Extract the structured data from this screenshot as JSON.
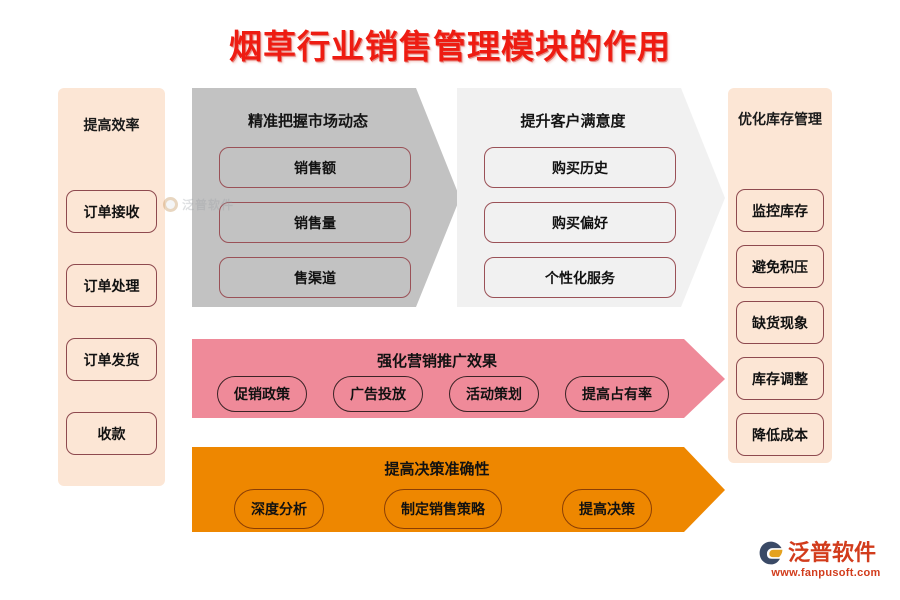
{
  "title": "烟草行业销售管理模块的作用",
  "colors": {
    "title_red": "#EE1C12",
    "sidebar_bg": "#FCE6D5",
    "pill_border": "#8E4A4F",
    "panel_gray": "#C2C2C2",
    "panel_light": "#F1F1F1",
    "band_pink": "#EF8A99",
    "band_orange": "#EE8700",
    "logo_red": "#D23C1C"
  },
  "left_column": {
    "heading": "提高效率",
    "items": [
      {
        "label": "订单接收"
      },
      {
        "label": "订单处理"
      },
      {
        "label": "订单发货"
      },
      {
        "label": "收款"
      }
    ]
  },
  "right_column": {
    "heading": "优化库存管理",
    "items": [
      {
        "label": "监控库存"
      },
      {
        "label": "避免积压"
      },
      {
        "label": "缺货现象"
      },
      {
        "label": "库存调整"
      },
      {
        "label": "降低成本"
      }
    ]
  },
  "panels": [
    {
      "name": "market",
      "heading": "精准把握市场动态",
      "items": [
        {
          "label": "销售额"
        },
        {
          "label": "销售量"
        },
        {
          "label": "售渠道"
        }
      ]
    },
    {
      "name": "customer",
      "heading": "提升客户满意度",
      "items": [
        {
          "label": "购买历史"
        },
        {
          "label": "购买偏好"
        },
        {
          "label": "个性化服务"
        }
      ]
    }
  ],
  "bands": [
    {
      "name": "marketing",
      "heading": "强化营销推广效果",
      "items": [
        {
          "label": "促销政策"
        },
        {
          "label": "广告投放"
        },
        {
          "label": "活动策划"
        },
        {
          "label": "提高占有率"
        }
      ]
    },
    {
      "name": "decision",
      "heading": "提高决策准确性",
      "items": [
        {
          "label": "深度分析"
        },
        {
          "label": "制定销售策略"
        },
        {
          "label": "提高决策"
        }
      ]
    }
  ],
  "watermark": {
    "text": "泛普软件"
  },
  "logo": {
    "name": "泛普软件",
    "url": "www.fanpusoft.com"
  }
}
